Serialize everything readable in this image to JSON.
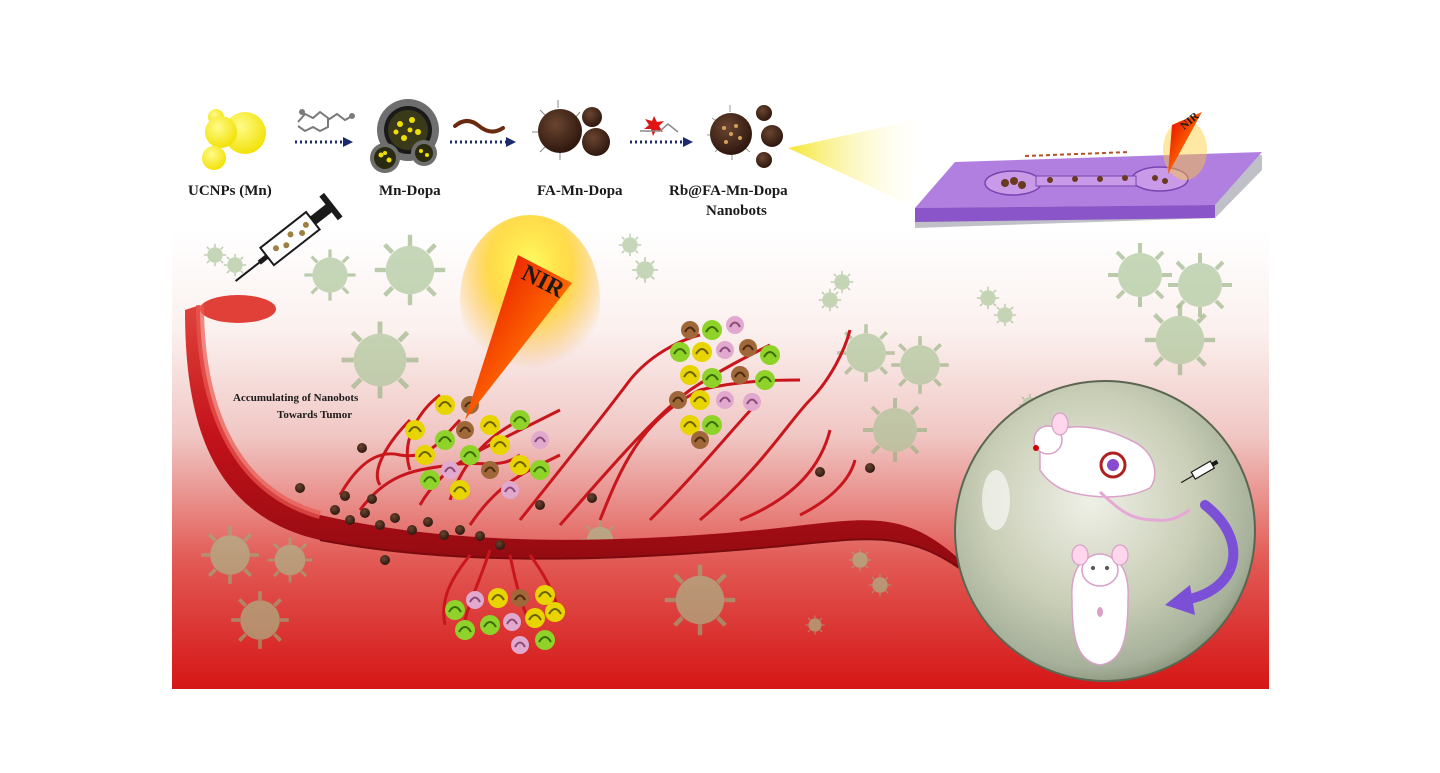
{
  "labels": {
    "step1": "UCNPs (Mn)",
    "step2": "Mn-Dopa",
    "step3": "FA-Mn-Dopa",
    "step4_line1": "Rb@FA-Mn-Dopa",
    "step4_line2": "Nanobots",
    "nir_main": "NIR",
    "nir_chip": "NIR",
    "accum_line1": "Accumulating of Nanobots",
    "accum_line2": "Towards Tumor"
  },
  "colors": {
    "ucnp_yellow": "#f5e600",
    "vessel_red": "#c4141a",
    "vessel_light": "#e8463c",
    "background_red": "#d81c1c",
    "virus_green": "#9dbb8c",
    "chip_purple": "#a66bd6",
    "mouse_white": "#ffffff",
    "arrow_violet": "#7b4fd6",
    "nanobot_brown": "#4a2a1a",
    "arrow_navy": "#1c2a6e"
  },
  "icons": [
    "syringe-icon",
    "virus-icon",
    "mouse-icon",
    "microfluidic-chip-icon",
    "laser-beam-icon",
    "curved-arrow-icon"
  ]
}
